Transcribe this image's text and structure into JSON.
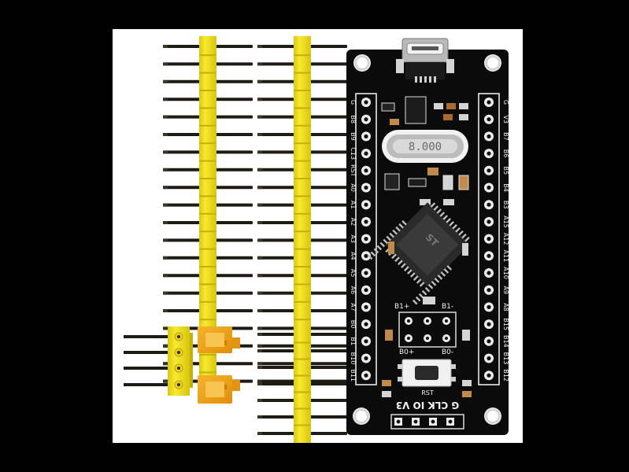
{
  "board": {
    "crystal_label": "8.000",
    "left_pin_labels": [
      "G",
      "B8",
      "B9",
      "C13",
      "RST",
      "A0",
      "A1",
      "A2",
      "A3",
      "A4",
      "A5",
      "A6",
      "A7",
      "B0",
      "B1",
      "B10",
      "B11"
    ],
    "right_pin_labels": [
      "G",
      "V3",
      "B7",
      "B6",
      "B5",
      "B4",
      "B3",
      "A15",
      "A12",
      "A11",
      "A10",
      "A9",
      "A8",
      "B15",
      "B14",
      "B13",
      "B12"
    ],
    "swd_label": "G CLK IO V3",
    "boot_labels": {
      "b1_plus": "B1+",
      "b1_minus": "B1-",
      "b0_plus": "B0+",
      "b0_minus": "B0-"
    },
    "reset_label": "RST",
    "chip_marking": "ST"
  },
  "colors": {
    "background": "#000000",
    "photo_background": "#ffffff",
    "pcb": "#0b0b0b",
    "header_plastic": "#f2e21a",
    "jumper": "#f2a516",
    "pin_metal": "#1e1a14"
  }
}
